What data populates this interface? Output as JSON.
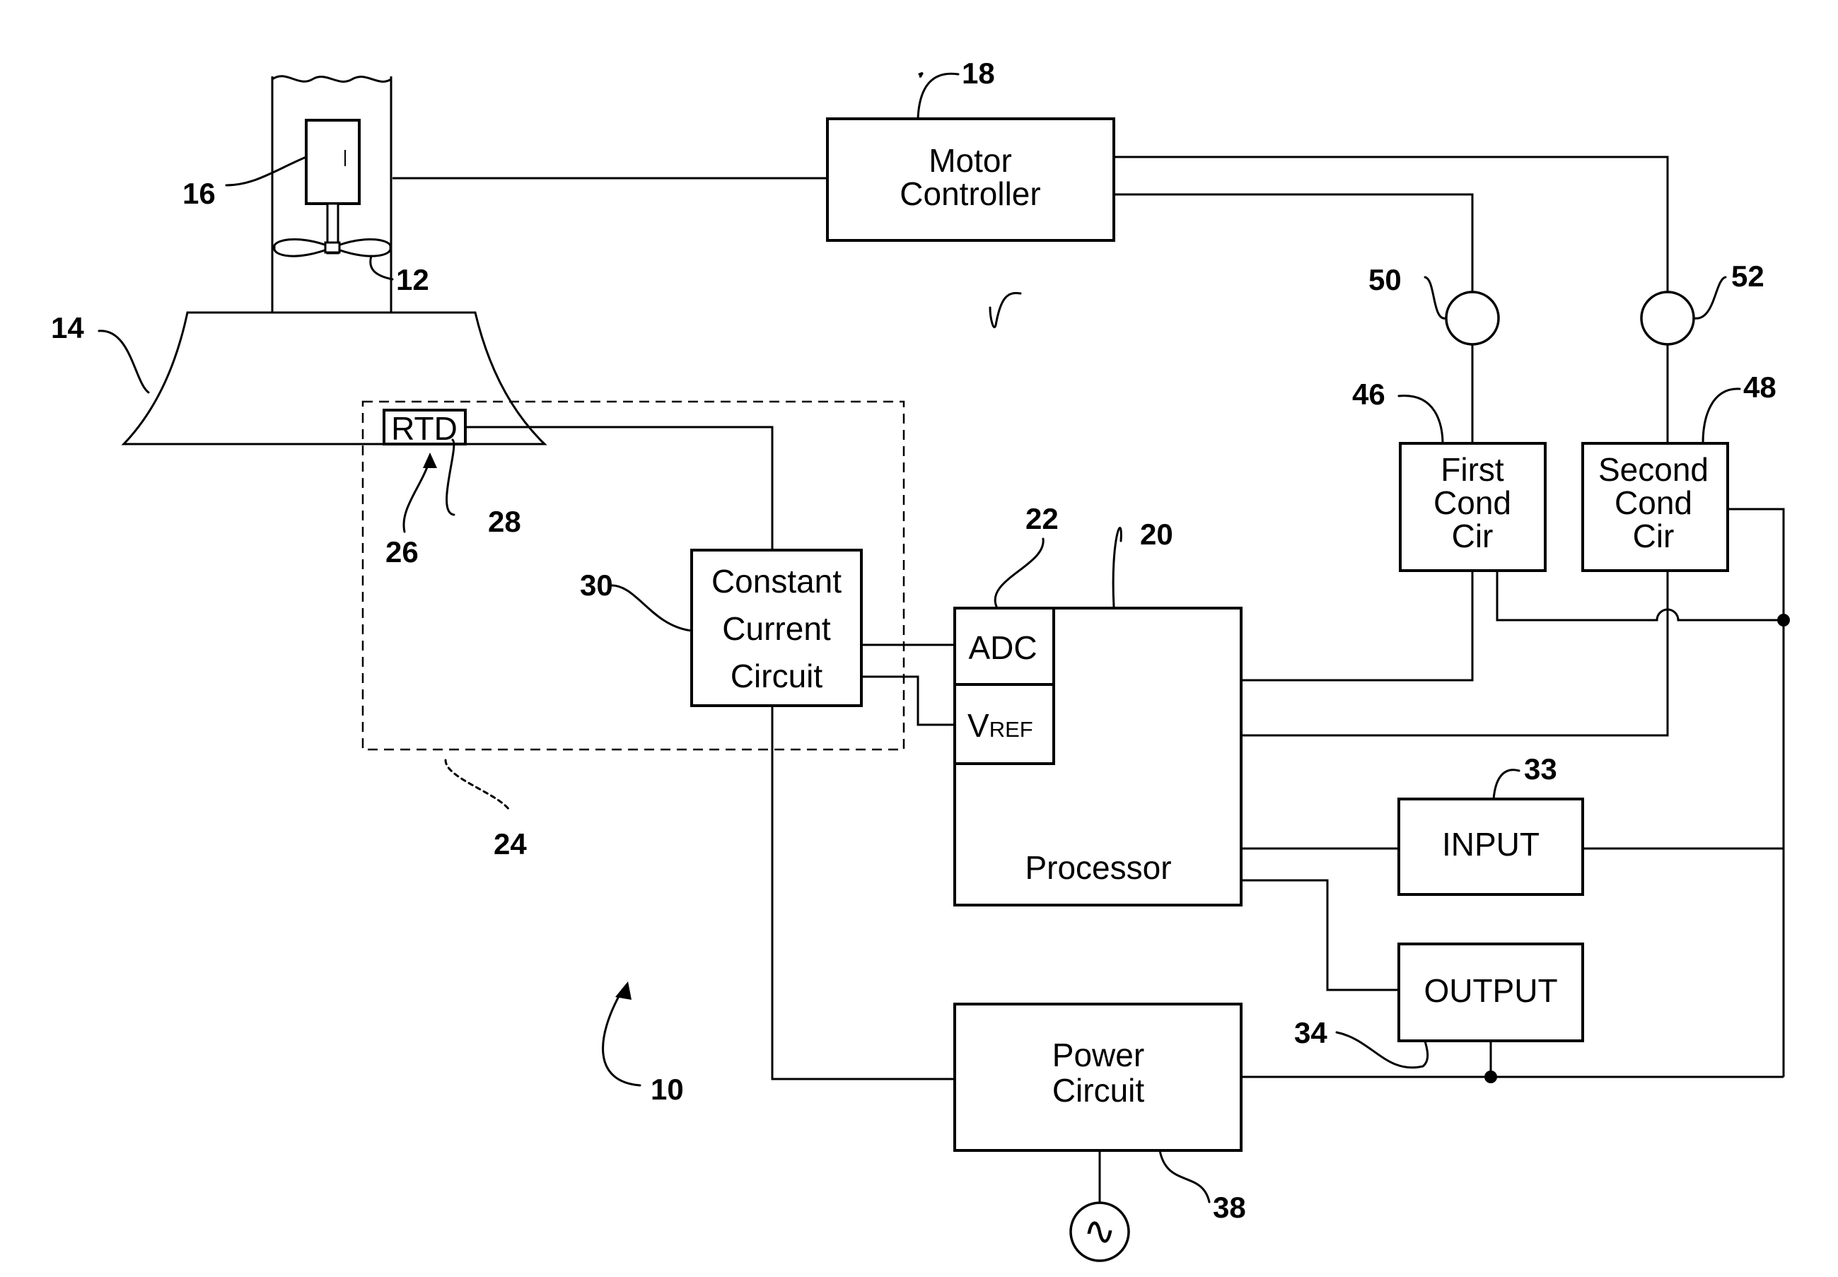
{
  "blocks": {
    "motor_controller": [
      "Motor",
      "Controller"
    ],
    "constant_current": [
      "Constant",
      "Current",
      "Circuit"
    ],
    "adc": "ADC",
    "vref_main": "V",
    "vref_sub": "REF",
    "processor": "Processor",
    "first_cond": [
      "First",
      "Cond",
      "Cir"
    ],
    "second_cond": [
      "Second",
      "Cond",
      "Cir"
    ],
    "input": "INPUT",
    "output": "OUTPUT",
    "power": [
      "Power",
      "Circuit"
    ],
    "rtd": "RTD",
    "ac_source": "∿"
  },
  "refs": {
    "r10": "10",
    "r12": "12",
    "r14": "14",
    "r16": "16",
    "r18": "18",
    "r20": "20",
    "r22": "22",
    "r24": "24",
    "r26": "26",
    "r28": "28",
    "r30": "30",
    "r33": "33",
    "r34": "34",
    "r38": "38",
    "r46": "46",
    "r48": "48",
    "r50": "50",
    "r52": "52"
  }
}
